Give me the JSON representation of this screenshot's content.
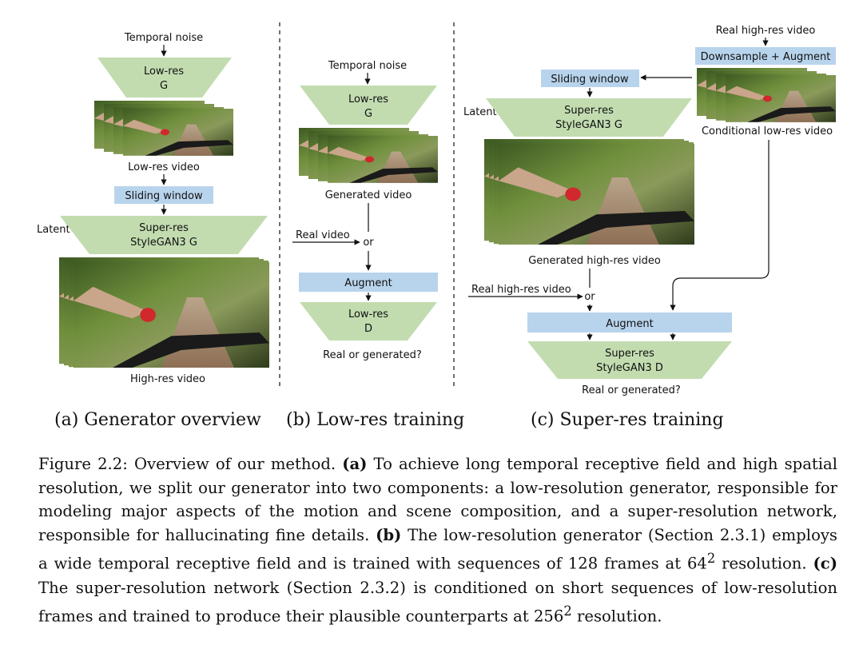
{
  "panel_a": {
    "temporal_noise": "Temporal noise",
    "lowres_g_line1": "Low-res",
    "lowres_g_line2": "G",
    "lowres_video": "Low-res video",
    "sliding_window": "Sliding window",
    "latent": "Latent",
    "superres_g_line1": "Super-res",
    "superres_g_line2": "StyleGAN3 G",
    "highres_video": "High-res video"
  },
  "panel_b": {
    "temporal_noise": "Temporal noise",
    "lowres_g_line1": "Low-res",
    "lowres_g_line2": "G",
    "generated_video": "Generated video",
    "real_video": "Real video",
    "or": "or",
    "augment": "Augment",
    "lowres_d_line1": "Low-res",
    "lowres_d_line2": "D",
    "real_or_generated": "Real or generated?"
  },
  "panel_c": {
    "real_highres_video_top": "Real high-res video",
    "downsample_augment": "Downsample + Augment",
    "sliding_window": "Sliding window",
    "latent": "Latent",
    "superres_g_line1": "Super-res",
    "superres_g_line2": "StyleGAN3 G",
    "conditional_lowres_video": "Conditional low-res video",
    "generated_highres_video": "Generated high-res video",
    "real_highres_video": "Real high-res video",
    "or": "or",
    "augment": "Augment",
    "superres_d_line1": "Super-res",
    "superres_d_line2": "StyleGAN3 D",
    "real_or_generated": "Real or generated?"
  },
  "subcaptions": {
    "a": "(a) Generator overview",
    "b": "(b) Low-res training",
    "c": "(c) Super-res training"
  },
  "caption": {
    "label": "Figure 2.2:",
    "intro": " Overview of our method. ",
    "a_tag": "(a)",
    "a_text": " To achieve long temporal receptive field and high spatial resolution, we split our generator into two components: a low-resolution generator, responsible for modeling major aspects of the motion and scene composition, and a super-resolution network, responsible for hallucinating fine details. ",
    "b_tag": "(b)",
    "b_text_1": " The low-resolution generator (Section 2.3.1) employs a wide temporal receptive field and is trained with sequences of 128 frames at 64",
    "b_sup": "2",
    "b_text_2": " resolution. ",
    "c_tag": "(c)",
    "c_text_1": " The super-resolution network (Section 2.3.2) is conditioned on short sequences of low-resolution frames and trained to produce their plausible counterparts at 256",
    "c_sup": "2",
    "c_text_2": " resolution."
  },
  "colors": {
    "green_block": "#c2dcb0",
    "blue_block": "#b8d4ec"
  }
}
